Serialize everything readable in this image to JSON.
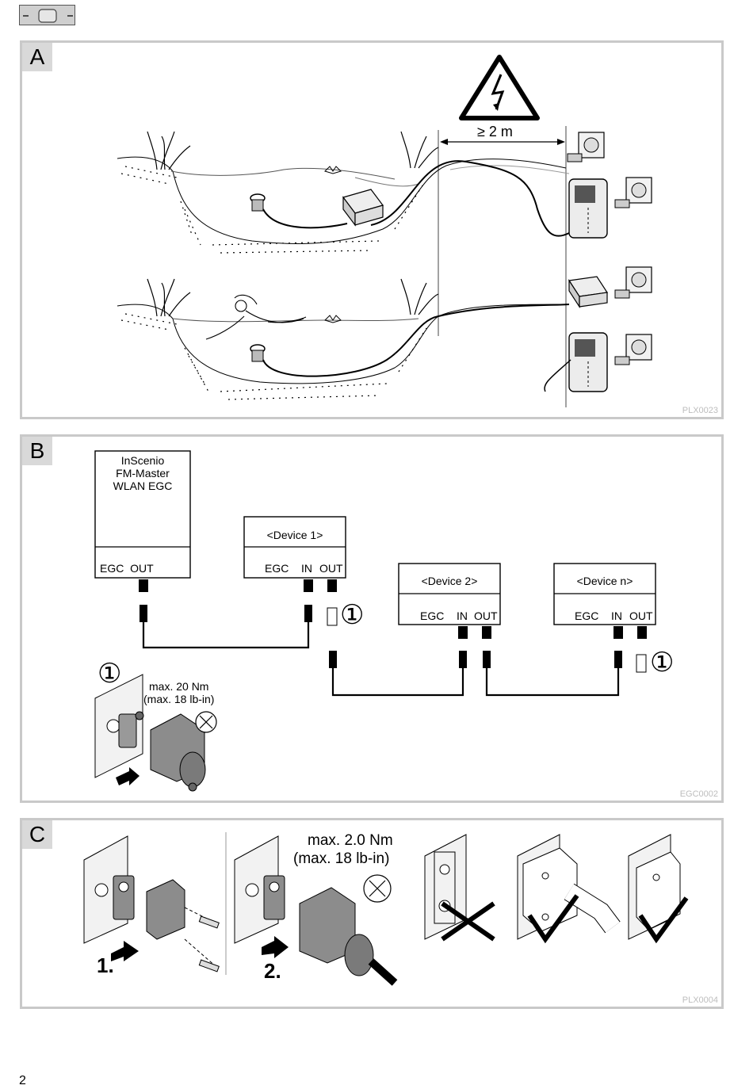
{
  "page_number": "2",
  "panels": {
    "a": {
      "letter": "A",
      "distance_label": "≥ 2 m",
      "image_code": "PLX0023"
    },
    "b": {
      "letter": "B",
      "master": {
        "title_lines": [
          "InScenio",
          "FM-Master",
          "WLAN EGC"
        ],
        "port_labels": "EGC  OUT"
      },
      "devices": [
        {
          "title": "<Device 1>",
          "egc": "EGC",
          "in": "IN",
          "out": "OUT"
        },
        {
          "title": "<Device 2>",
          "egc": "EGC",
          "in": "IN",
          "out": "OUT"
        },
        {
          "title": "<Device n>",
          "egc": "EGC",
          "in": "IN",
          "out": "OUT"
        }
      ],
      "callout_symbol": "①",
      "torque_lines": [
        "max. 20 Nm",
        "(max. 18 lb-in)"
      ],
      "image_code": "EGC0002"
    },
    "c": {
      "letter": "C",
      "torque_lines": [
        "max. 2.0 Nm",
        "(max. 18 lb-in)"
      ],
      "step1": "1.",
      "step2": "2.",
      "image_code": "PLX0004"
    }
  }
}
